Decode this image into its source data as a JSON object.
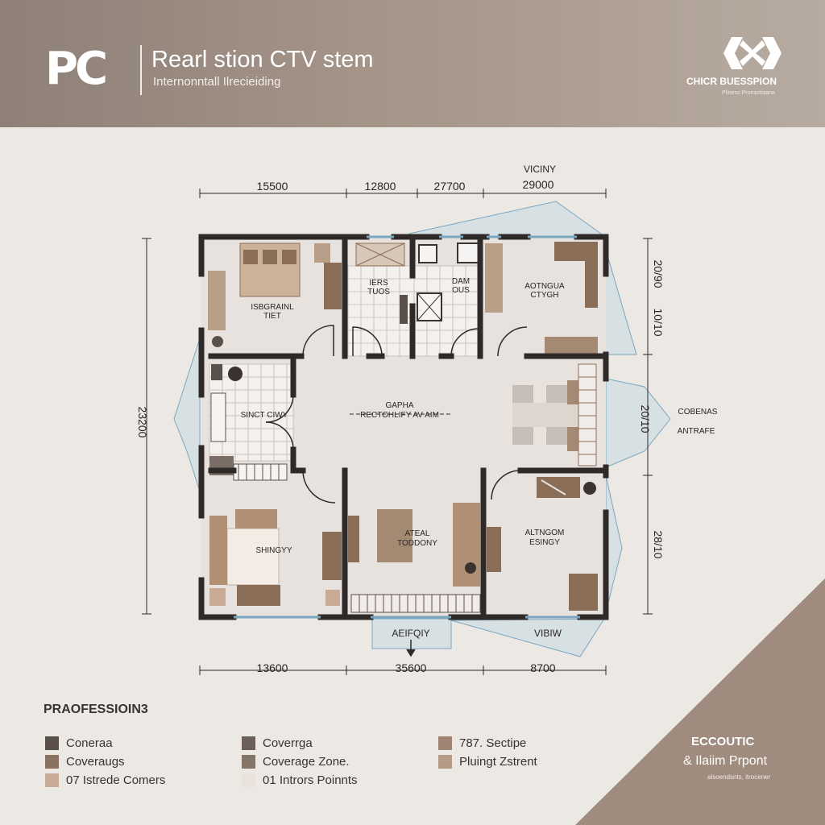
{
  "header": {
    "logo": "PC",
    "title": "Rearl stion CTV stem",
    "subtitle": "Internonntall Ilrecieiding",
    "brand_name": "CHICR BUESSPION",
    "brand_tagline": "Pliness Proeastiaana"
  },
  "plan": {
    "dims_top": [
      "15500",
      "12800",
      "27700",
      "29000"
    ],
    "vicinity_label": "VICINY",
    "dims_bottom": [
      "13600",
      "35600",
      "8700"
    ],
    "dim_left": "23200",
    "dims_right": [
      "20/90",
      "10/10",
      "20/10",
      "28/10"
    ],
    "rooms": {
      "bedroom": [
        "ISBGRAINL",
        "TIET"
      ],
      "bath": [
        "IERS",
        "TUOS"
      ],
      "hall_small": [
        "DAM",
        "OUS"
      ],
      "top_right": [
        "AOTNGUA",
        "CTYGH"
      ],
      "left_mid": [
        "SINCT CIWY"
      ],
      "center": [
        "GAPHA",
        "RECTOHLIFY AV AIM"
      ],
      "bottom_left": [
        "SHINGYY"
      ],
      "bottom_center": [
        "ATEAL",
        "TODDONY"
      ],
      "bottom_right": [
        "ALTNGOM",
        "ESINGY"
      ]
    },
    "entrance_right": [
      "COBENAS",
      "ANTRAFE"
    ],
    "entry_bottom": "AEIFQIY",
    "view_bottom": "VIBIW"
  },
  "legend": {
    "title": "PRAOFESSIOIN3",
    "items": [
      {
        "label": "Coneraa",
        "color": "#5a504b"
      },
      {
        "label": "Coveraugs",
        "color": "#8b7260"
      },
      {
        "label": "07 Istrede Comers",
        "color": "#c9ab95"
      },
      {
        "label": "Coverrga",
        "color": "#6c5e58"
      },
      {
        "label": "Coverage Zone.",
        "color": "#857566"
      },
      {
        "label": "01 Intrors Poinnts",
        "color": "#e9e2dd"
      },
      {
        "label": "787. Sectipe",
        "color": "#9f8373"
      },
      {
        "label": "Pluingt Zstrent",
        "color": "#b39b88"
      }
    ]
  },
  "corner": {
    "line1": "ECCOUTIC",
    "line2": "& Ilaiim Prpont",
    "line3": "alsoendsnts, itrocener"
  }
}
